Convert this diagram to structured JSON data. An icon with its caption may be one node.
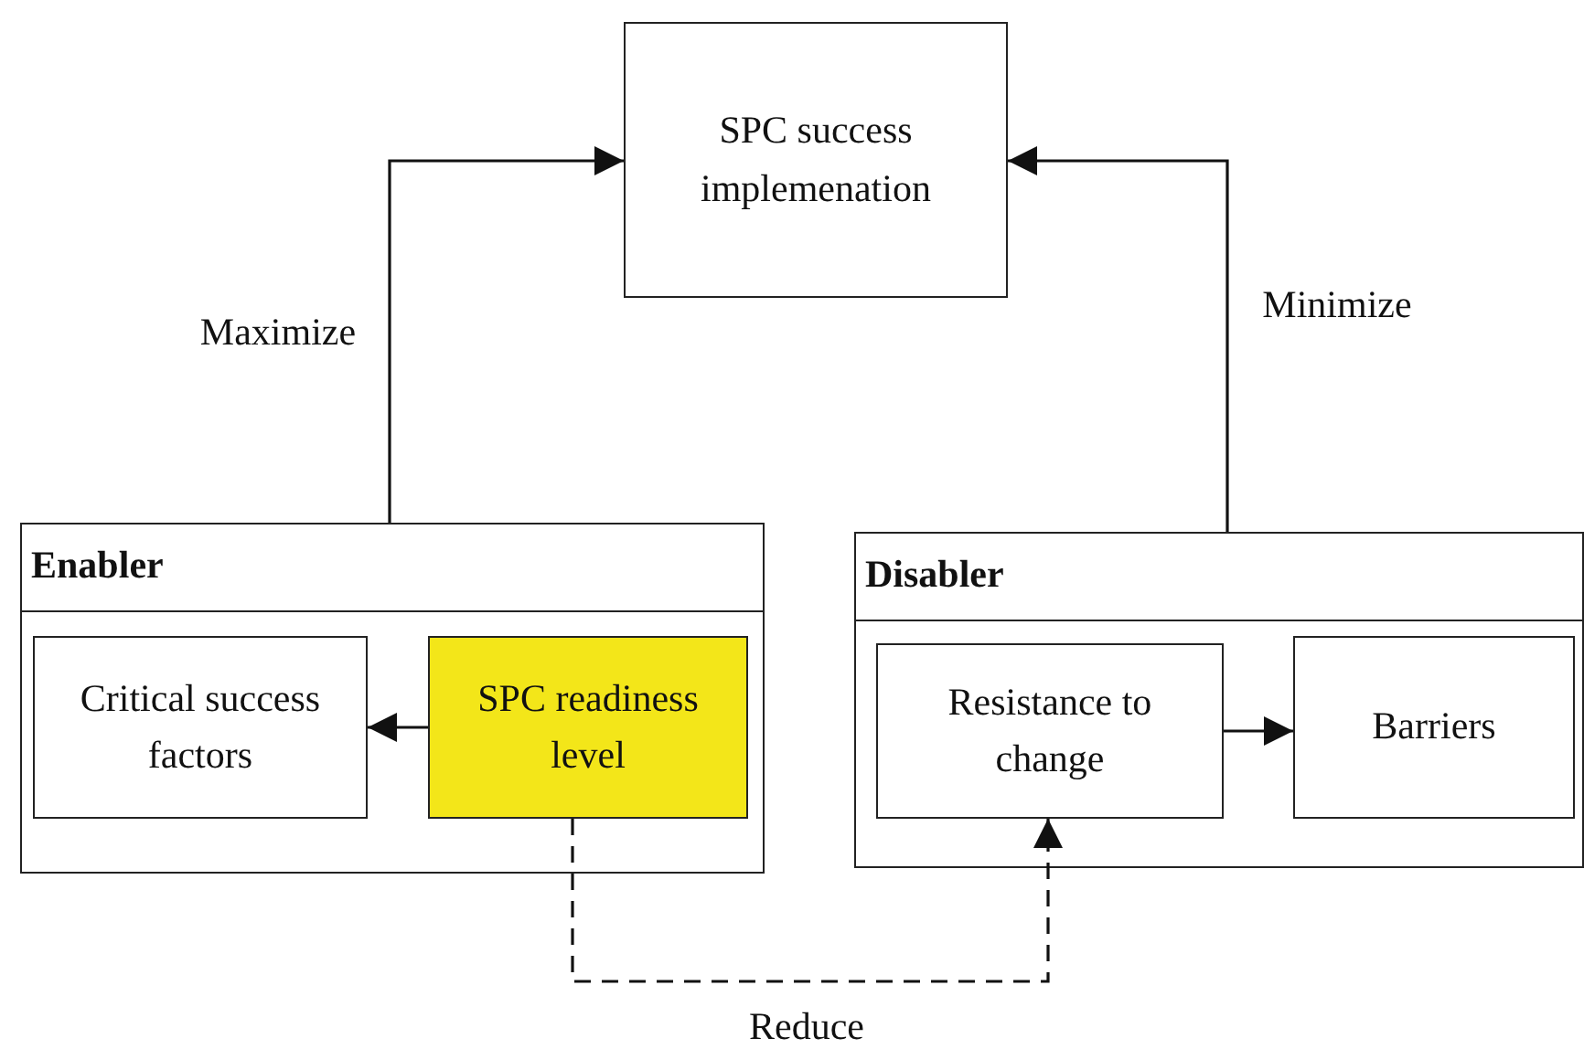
{
  "diagram": {
    "nodes": [
      {
        "text": [
          "SPC success implemenation"
        ]
      },
      {
        "text": [
          "Enabler"
        ]
      },
      {
        "text": [
          "Critical success factors"
        ],
        "in": 1
      },
      {
        "text": [
          "SPC readiness level"
        ],
        "in": 1
      },
      {
        "text": [
          "Disabler"
        ]
      },
      {
        "text": [
          "Resistance to change"
        ],
        "in": 4
      },
      {
        "text": [
          "Barriers"
        ],
        "in": 4
      }
    ],
    "edges": [
      {
        "from": 1,
        "to": 0,
        "arrow": "to",
        "label": "Maximize"
      },
      {
        "from": 4,
        "to": 0,
        "arrow": "to",
        "label": "Minimize"
      },
      {
        "from": 3,
        "to": 2,
        "arrow": "to"
      },
      {
        "from": 5,
        "to": 6,
        "arrow": "to"
      },
      {
        "from": 3,
        "to": 5,
        "arrow": "to",
        "label": "Reduce",
        "style": "dashed"
      }
    ]
  }
}
